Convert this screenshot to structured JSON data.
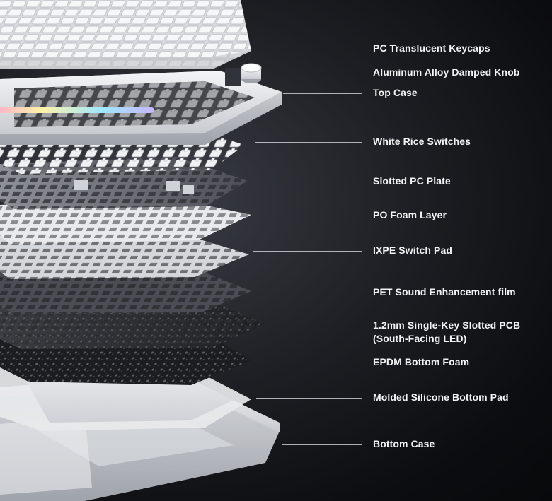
{
  "layers": [
    {
      "id": "keycaps",
      "label": "PC Translucent Keycaps"
    },
    {
      "id": "knob",
      "label": "Aluminum Alloy Damped Knob"
    },
    {
      "id": "top-case",
      "label": "Top Case"
    },
    {
      "id": "switches",
      "label": "White Rice Switches"
    },
    {
      "id": "plate",
      "label": "Slotted PC Plate"
    },
    {
      "id": "po-foam",
      "label": "PO Foam Layer"
    },
    {
      "id": "ixpe-pad",
      "label": "IXPE Switch Pad"
    },
    {
      "id": "pet-film",
      "label": "PET Sound Enhancement film"
    },
    {
      "id": "pcb",
      "label": "1.2mm Single-Key Slotted PCB",
      "label2": "(South-Facing LED)"
    },
    {
      "id": "epdm-foam",
      "label": "EPDM Bottom Foam"
    },
    {
      "id": "silicone-pad",
      "label": "Molded Silicone Bottom Pad"
    },
    {
      "id": "bottom-case",
      "label": "Bottom Case"
    }
  ],
  "colors": {
    "text": "#f2f3f5",
    "leader": "#c9ccd2",
    "white_part": "#e4e6ea",
    "dark_part": "#2a2c30",
    "rgb_strip": [
      "#ff9ad5",
      "#fff3a8",
      "#9fe8ff",
      "#c8b6ff"
    ]
  }
}
